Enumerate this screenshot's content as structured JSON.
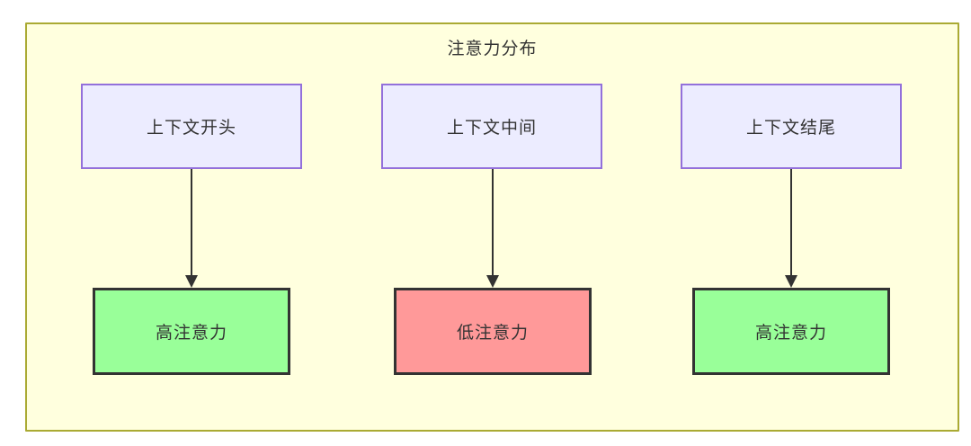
{
  "diagram": {
    "title": "注意力分布",
    "type": "flowchart",
    "colors": {
      "canvas_bg": "#ffffff",
      "container_fill": "#ffffde",
      "container_stroke": "#aaaa33",
      "source_fill": "#ececff",
      "source_stroke": "#9370db",
      "high_fill": "#99ff99",
      "low_fill": "#ff9999",
      "result_stroke": "#333333",
      "arrow_color": "#333333",
      "text_color": "#333333"
    },
    "nodes": {
      "sources": [
        {
          "id": "context-start",
          "label": "上下文开头"
        },
        {
          "id": "context-middle",
          "label": "上下文中间"
        },
        {
          "id": "context-end",
          "label": "上下文结尾"
        }
      ],
      "results": [
        {
          "id": "attention-high-1",
          "label": "高注意力",
          "level": "high"
        },
        {
          "id": "attention-low",
          "label": "低注意力",
          "level": "low"
        },
        {
          "id": "attention-high-2",
          "label": "高注意力",
          "level": "high"
        }
      ]
    },
    "edges": [
      {
        "from": "上下文开头",
        "to": "高注意力"
      },
      {
        "from": "上下文中间",
        "to": "低注意力"
      },
      {
        "from": "上下文结尾",
        "to": "高注意力"
      }
    ]
  }
}
